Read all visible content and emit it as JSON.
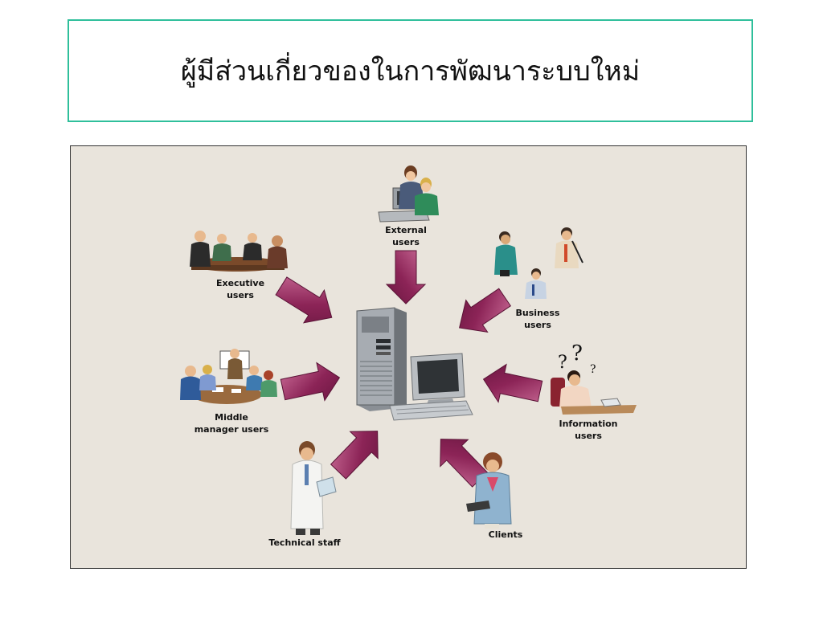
{
  "slide": {
    "title": "ผู้มีส่วนเกี่ยวของในการพัฒนาระบบใหม่"
  },
  "diagram": {
    "groups": [
      {
        "id": "external",
        "label": "External\nusers"
      },
      {
        "id": "executive",
        "label": "Executive\nusers"
      },
      {
        "id": "business",
        "label": "Business\nusers"
      },
      {
        "id": "middle",
        "label": "Middle\nmanager users"
      },
      {
        "id": "information",
        "label": "Information\nusers"
      },
      {
        "id": "technical",
        "label": "Technical staff"
      },
      {
        "id": "clients",
        "label": "Clients"
      }
    ],
    "colors": {
      "arrow": "#8c2457",
      "arrow_highlight": "#c86a95",
      "panel": "#e9e4dc",
      "title_border": "#2fbf9b"
    },
    "center_icon": "computer-system-icon"
  }
}
